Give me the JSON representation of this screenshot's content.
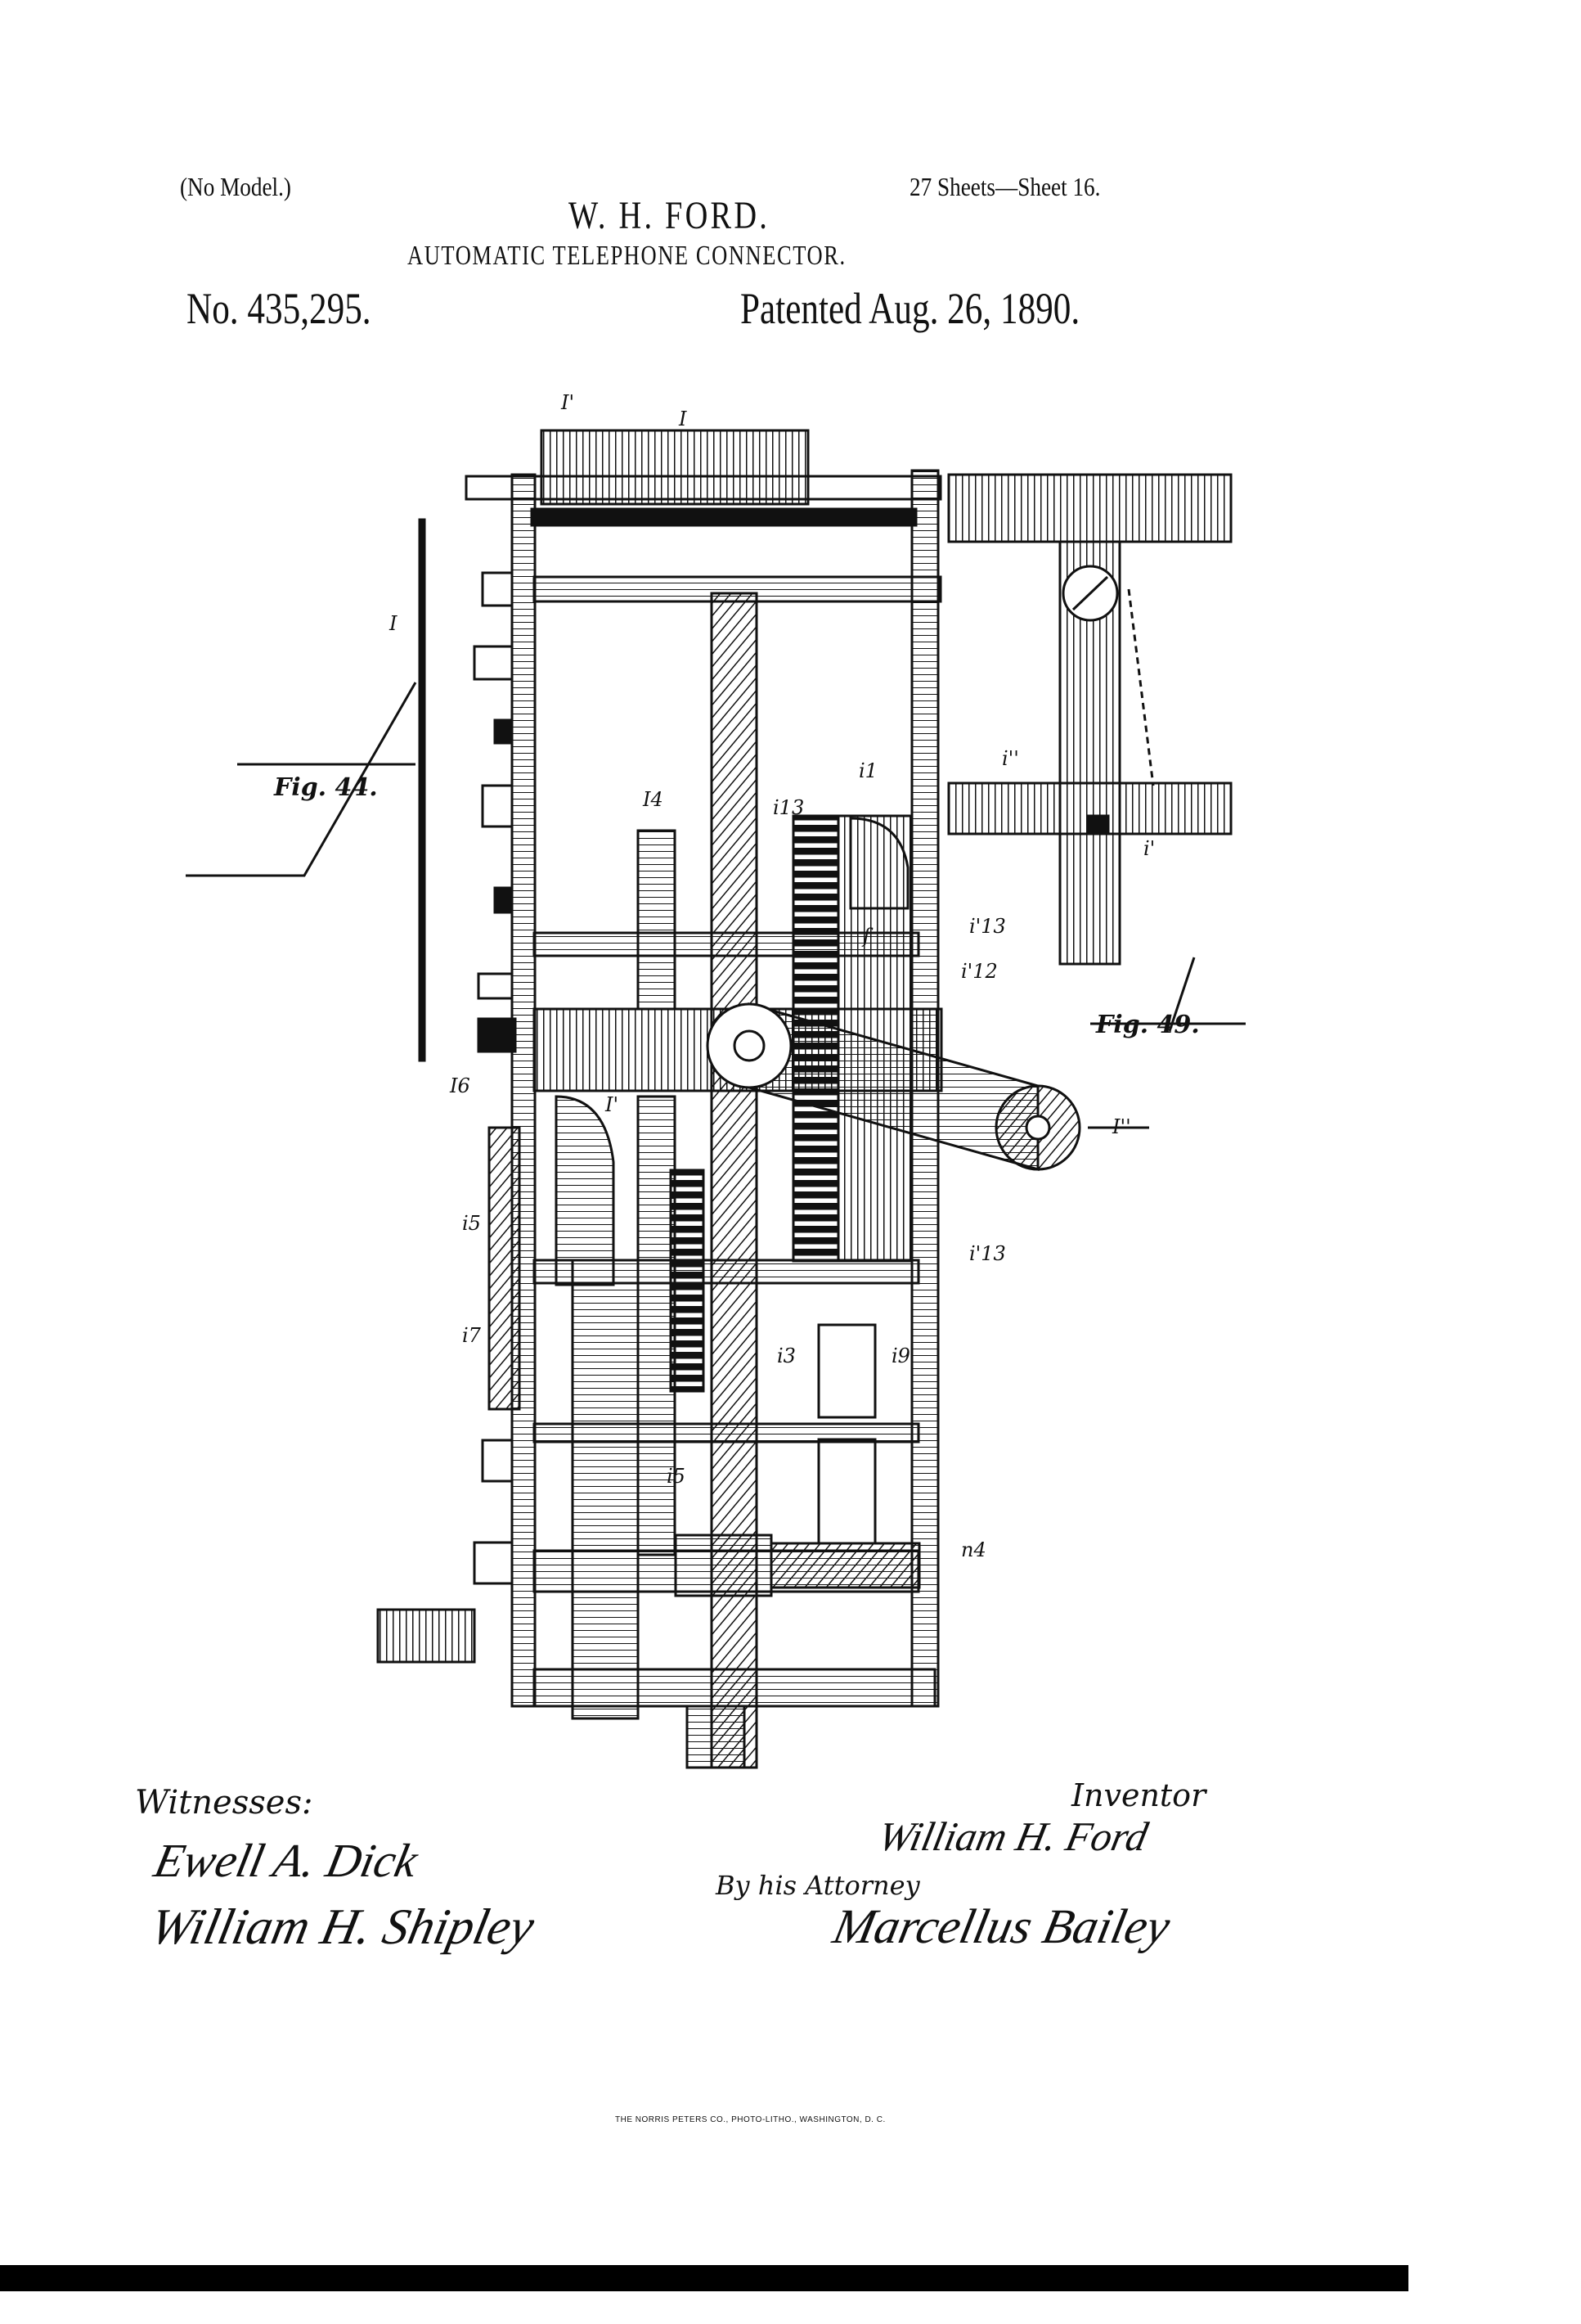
{
  "header": {
    "no_model": "(No Model.)",
    "sheets": "27 Sheets—Sheet 16.",
    "inventor_name": "W. H. FORD.",
    "title": "AUTOMATIC TELEPHONE CONNECTOR.",
    "patent_number": "No. 435,295.",
    "patented_date": "Patented Aug. 26, 1890."
  },
  "drawing": {
    "figures": [
      "Fig. 44.",
      "Fig. 49."
    ],
    "labels": [
      "I'",
      "I",
      "I",
      "I4",
      "i13",
      "i1",
      "i''",
      "i'",
      "f",
      "i'13",
      "i'12",
      "I6",
      "I'",
      "I''",
      "i5",
      "i'13",
      "i7",
      "i3",
      "i9",
      "i5",
      "n4"
    ]
  },
  "signatures": {
    "witnesses_label": "Witnesses:",
    "witness_1": "Ewell A. Dick",
    "witness_2": "William H. Shipley",
    "inventor_label": "Inventor",
    "inventor_signature": "William H. Ford",
    "attorney_label": "By his Attorney",
    "attorney_signature": "Marcellus Bailey"
  },
  "footer": {
    "printer": "THE NORRIS PETERS CO., PHOTO-LITHO., WASHINGTON, D. C."
  }
}
